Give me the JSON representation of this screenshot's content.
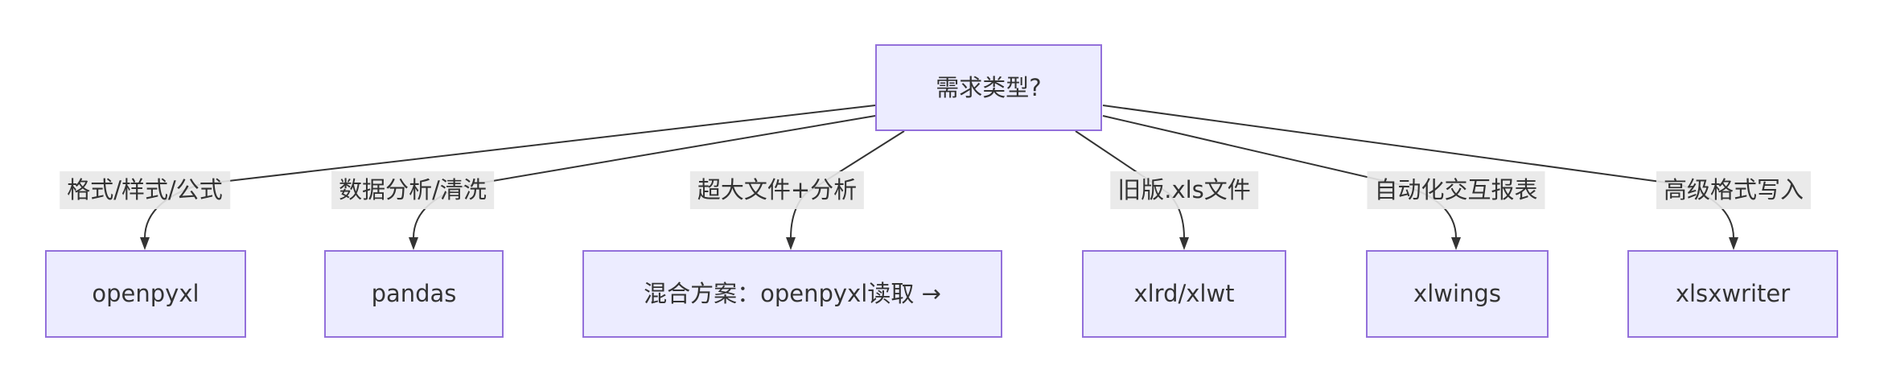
{
  "diagram": {
    "type": "flowchart",
    "root": {
      "label": "需求类型?"
    },
    "branches": [
      {
        "edge_label": "格式/样式/公式",
        "node_label": "openpyxl"
      },
      {
        "edge_label": "数据分析/清洗",
        "node_label": "pandas"
      },
      {
        "edge_label": "超大文件+分析",
        "node_label": "混合方案：openpyxl读取 →"
      },
      {
        "edge_label": "旧版.xls文件",
        "node_label": "xlrd/xlwt"
      },
      {
        "edge_label": "自动化交互报表",
        "node_label": "xlwings"
      },
      {
        "edge_label": "高级格式写入",
        "node_label": "xlsxwriter"
      }
    ],
    "colors": {
      "background": "#ffffff",
      "node_fill": "#ECECFF",
      "node_border": "#9370DB",
      "edge_line": "#333333",
      "edge_label_bg": "#e8e8e8",
      "text": "#333333"
    }
  }
}
